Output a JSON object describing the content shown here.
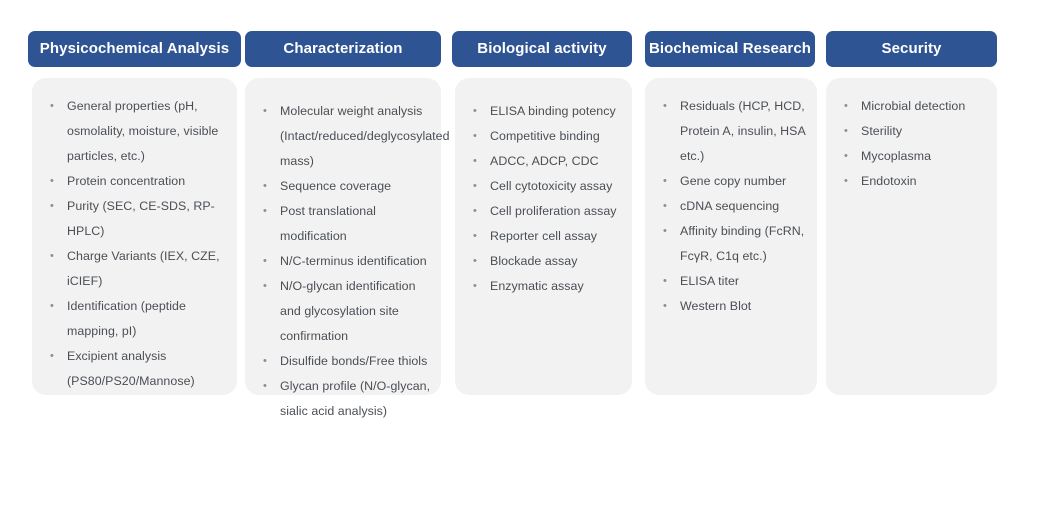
{
  "bullet_glyph": "•",
  "theme": {
    "header_bg": "#2E5494",
    "header_text": "#FFFFFF",
    "card_bg": "#F2F2F2",
    "body_text": "#4A4F55",
    "bullet_color": "#8A8F95",
    "page_bg": "#FFFFFF"
  },
  "columns": [
    {
      "header": "Physicochemical Analysis",
      "items": [
        "General properties (pH, osmolality, moisture, visible particles, etc.)",
        "Protein concentration",
        "Purity (SEC,  CE-SDS, RP-HPLC)",
        "Charge Variants (IEX, CZE, iCIEF)",
        "Identification (peptide mapping, pI)",
        "Excipient analysis (PS80/PS20/Mannose)"
      ]
    },
    {
      "header": "Characterization",
      "items": [
        "Molecular weight analysis (Intact/reduced/deglycosylated mass)",
        "Sequence coverage",
        "Post translational modification",
        "N/C-terminus identification",
        "N/O-glycan identification and glycosylation site confirmation",
        "Disulfide bonds/Free thiols",
        "Glycan profile (N/O-glycan, sialic acid analysis)"
      ]
    },
    {
      "header": "Biological activity",
      "items": [
        "ELISA binding potency",
        "Competitive binding",
        "ADCC, ADCP, CDC",
        "Cell cytotoxicity assay",
        "Cell proliferation assay",
        "Reporter cell assay",
        "Blockade assay",
        "Enzymatic assay"
      ]
    },
    {
      "header": "Biochemical Research",
      "items": [
        "Residuals (HCP, HCD, Protein A, insulin, HSA etc.)",
        "Gene copy number",
        "cDNA sequencing",
        "Affinity binding (FcRN, FcγR, C1q etc.)",
        "ELISA titer",
        "Western Blot"
      ]
    },
    {
      "header": "Security",
      "items": [
        "Microbial detection",
        "Sterility",
        "Mycoplasma",
        "Endotoxin"
      ]
    }
  ]
}
